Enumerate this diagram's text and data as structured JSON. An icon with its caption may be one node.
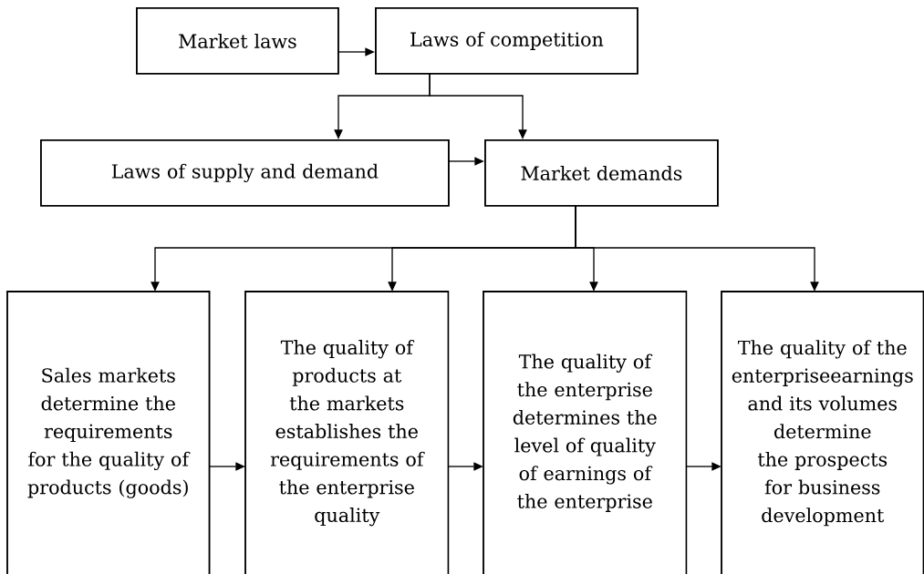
{
  "diagram": {
    "nodes": [
      {
        "text": [
          "Market laws"
        ]
      },
      {
        "text": [
          "Laws of competition"
        ]
      },
      {
        "text": [
          "Laws of supply and demand"
        ]
      },
      {
        "text": [
          "Market demands"
        ]
      },
      {
        "text": [
          "Sales markets determine the requirements for the quality of products (goods)"
        ]
      },
      {
        "text": [
          "The quality of products at the markets establishes the requirements of the enterprise quality"
        ]
      },
      {
        "text": [
          "The quality of the enterprise determines the level of quality of earnings of the enterprise"
        ]
      },
      {
        "text": [
          "The quality of the enterpriseearnings and its volumes determine the prospects for business development"
        ]
      }
    ],
    "edges": [
      {
        "from": 0,
        "to": 1,
        "arrow": "to"
      },
      {
        "from": 1,
        "to": 2,
        "arrow": "to"
      },
      {
        "from": 1,
        "to": 3,
        "arrow": "to"
      },
      {
        "from": 2,
        "to": 3,
        "arrow": "to"
      },
      {
        "from": 3,
        "to": 4,
        "arrow": "to"
      },
      {
        "from": 3,
        "to": 5,
        "arrow": "to"
      },
      {
        "from": 3,
        "to": 6,
        "arrow": "to"
      },
      {
        "from": 3,
        "to": 7,
        "arrow": "to"
      },
      {
        "from": 4,
        "to": 5,
        "arrow": "to"
      },
      {
        "from": 5,
        "to": 6,
        "arrow": "to"
      },
      {
        "from": 6,
        "to": 7,
        "arrow": "to"
      }
    ]
  }
}
